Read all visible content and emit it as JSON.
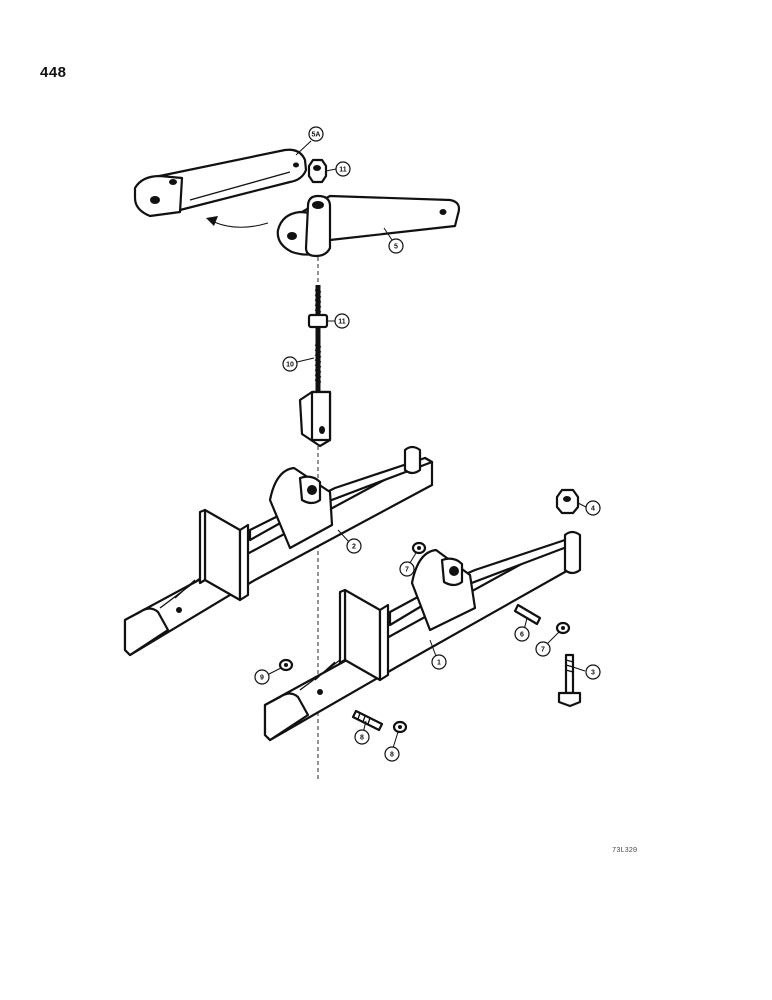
{
  "page": {
    "number": "448",
    "figure_code": "73L320"
  },
  "callouts": [
    {
      "id": "c5a",
      "label": "5A"
    },
    {
      "id": "c11a",
      "label": "11"
    },
    {
      "id": "c5",
      "label": "5"
    },
    {
      "id": "c11b",
      "label": "11"
    },
    {
      "id": "c10",
      "label": "10"
    },
    {
      "id": "c2",
      "label": "2"
    },
    {
      "id": "c4",
      "label": "4"
    },
    {
      "id": "c7a",
      "label": "7"
    },
    {
      "id": "c6",
      "label": "6"
    },
    {
      "id": "c7b",
      "label": "7"
    },
    {
      "id": "c3",
      "label": "3"
    },
    {
      "id": "c1",
      "label": "1"
    },
    {
      "id": "c9",
      "label": "9"
    },
    {
      "id": "c8",
      "label": "8"
    },
    {
      "id": "c8b",
      "label": "8"
    }
  ]
}
